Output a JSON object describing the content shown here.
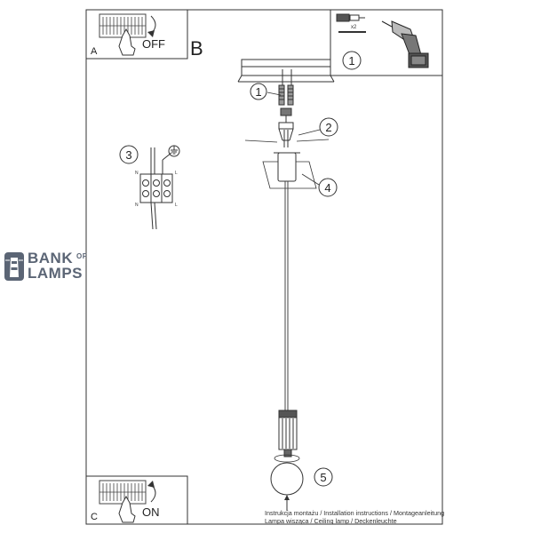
{
  "panels": {
    "a": {
      "letter": "A",
      "action": "OFF"
    },
    "b": {
      "letter": "B"
    },
    "c": {
      "letter": "C",
      "action": "ON"
    }
  },
  "callouts": [
    "1",
    "2",
    "3",
    "4",
    "5",
    "1"
  ],
  "tools": {
    "multiplier": "x2"
  },
  "terminal": {
    "left_top": "N",
    "right_top": "L",
    "left_bottom": "N",
    "right_bottom": "L"
  },
  "logo": {
    "line1": "BANK",
    "of": "OF",
    "line2": "LAMPS"
  },
  "captions": {
    "line1": "Instrukcja montażu / Installation instructions / Montageanleitung",
    "line2": "Lampa wisząca / Ceiling lamp / Deckenleuchte"
  }
}
